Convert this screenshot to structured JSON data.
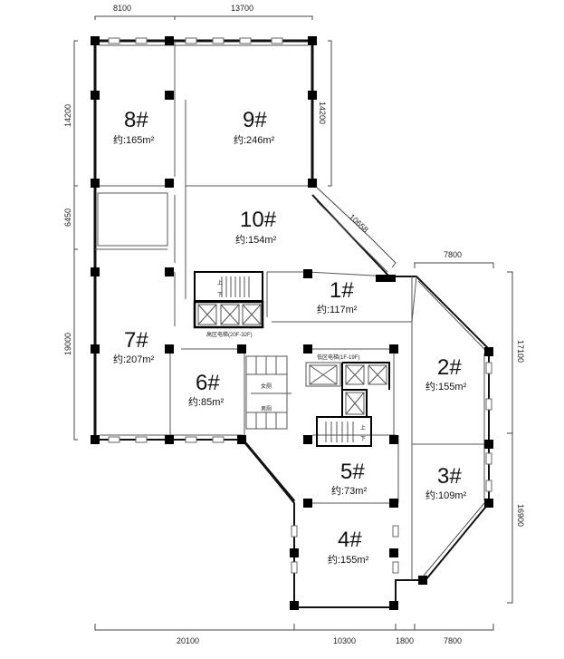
{
  "dimensions": {
    "top": [
      "8100",
      "13700"
    ],
    "left": [
      "14200",
      "6450",
      "19000"
    ],
    "right_inner": "14200",
    "diagonal": "10658",
    "right_top": "7800",
    "right": [
      "17100",
      "16900"
    ],
    "bottom": [
      "20100",
      "10300",
      "1800",
      "7800"
    ]
  },
  "units": [
    {
      "id": "8#",
      "area": "约:165m²"
    },
    {
      "id": "9#",
      "area": "约:246m²"
    },
    {
      "id": "10#",
      "area": "约:154m²"
    },
    {
      "id": "1#",
      "area": "约:117m²"
    },
    {
      "id": "7#",
      "area": "约:207m²"
    },
    {
      "id": "6#",
      "area": "约:85m²"
    },
    {
      "id": "2#",
      "area": "约:155m²"
    },
    {
      "id": "3#",
      "area": "约:109m²"
    },
    {
      "id": "5#",
      "area": "约:73m²"
    },
    {
      "id": "4#",
      "area": "约:155m²"
    }
  ],
  "labels": {
    "high_elevator": "高区电梯(20F-32F)",
    "low_elevator": "低区电梯(1F-19F)",
    "women_wc": "女厕",
    "men_wc": "男厕",
    "up": "上",
    "down": "下"
  }
}
